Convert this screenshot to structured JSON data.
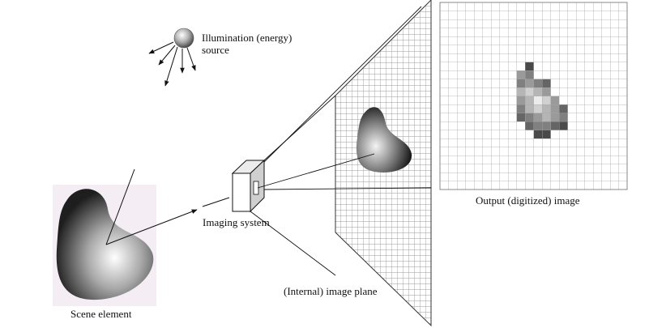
{
  "labels": {
    "illumination_line1": "Illumination (energy)",
    "illumination_line2": "source",
    "output_image": "Output (digitized) image",
    "imaging_system": "Imaging system",
    "image_plane": "(Internal) image plane",
    "scene_element": "Scene element"
  },
  "output_pixels": [
    [
      0,
      2,
      2
    ],
    [
      1,
      1,
      5
    ],
    [
      1,
      2,
      4
    ],
    [
      2,
      1,
      4
    ],
    [
      2,
      2,
      5
    ],
    [
      2,
      3,
      4
    ],
    [
      2,
      4,
      3
    ],
    [
      3,
      1,
      6
    ],
    [
      3,
      2,
      7
    ],
    [
      3,
      3,
      6
    ],
    [
      3,
      4,
      5
    ],
    [
      4,
      1,
      5
    ],
    [
      4,
      2,
      6
    ],
    [
      4,
      3,
      8
    ],
    [
      4,
      4,
      7
    ],
    [
      4,
      5,
      5
    ],
    [
      5,
      1,
      4
    ],
    [
      5,
      2,
      6
    ],
    [
      5,
      3,
      7
    ],
    [
      5,
      4,
      6
    ],
    [
      5,
      5,
      5
    ],
    [
      5,
      6,
      3
    ],
    [
      6,
      1,
      3
    ],
    [
      6,
      2,
      4
    ],
    [
      6,
      3,
      5
    ],
    [
      6,
      4,
      6
    ],
    [
      6,
      5,
      5
    ],
    [
      6,
      6,
      4
    ],
    [
      7,
      2,
      3
    ],
    [
      7,
      3,
      4
    ],
    [
      7,
      4,
      4
    ],
    [
      7,
      5,
      3
    ],
    [
      7,
      6,
      2
    ],
    [
      8,
      3,
      2
    ],
    [
      8,
      4,
      2
    ]
  ]
}
